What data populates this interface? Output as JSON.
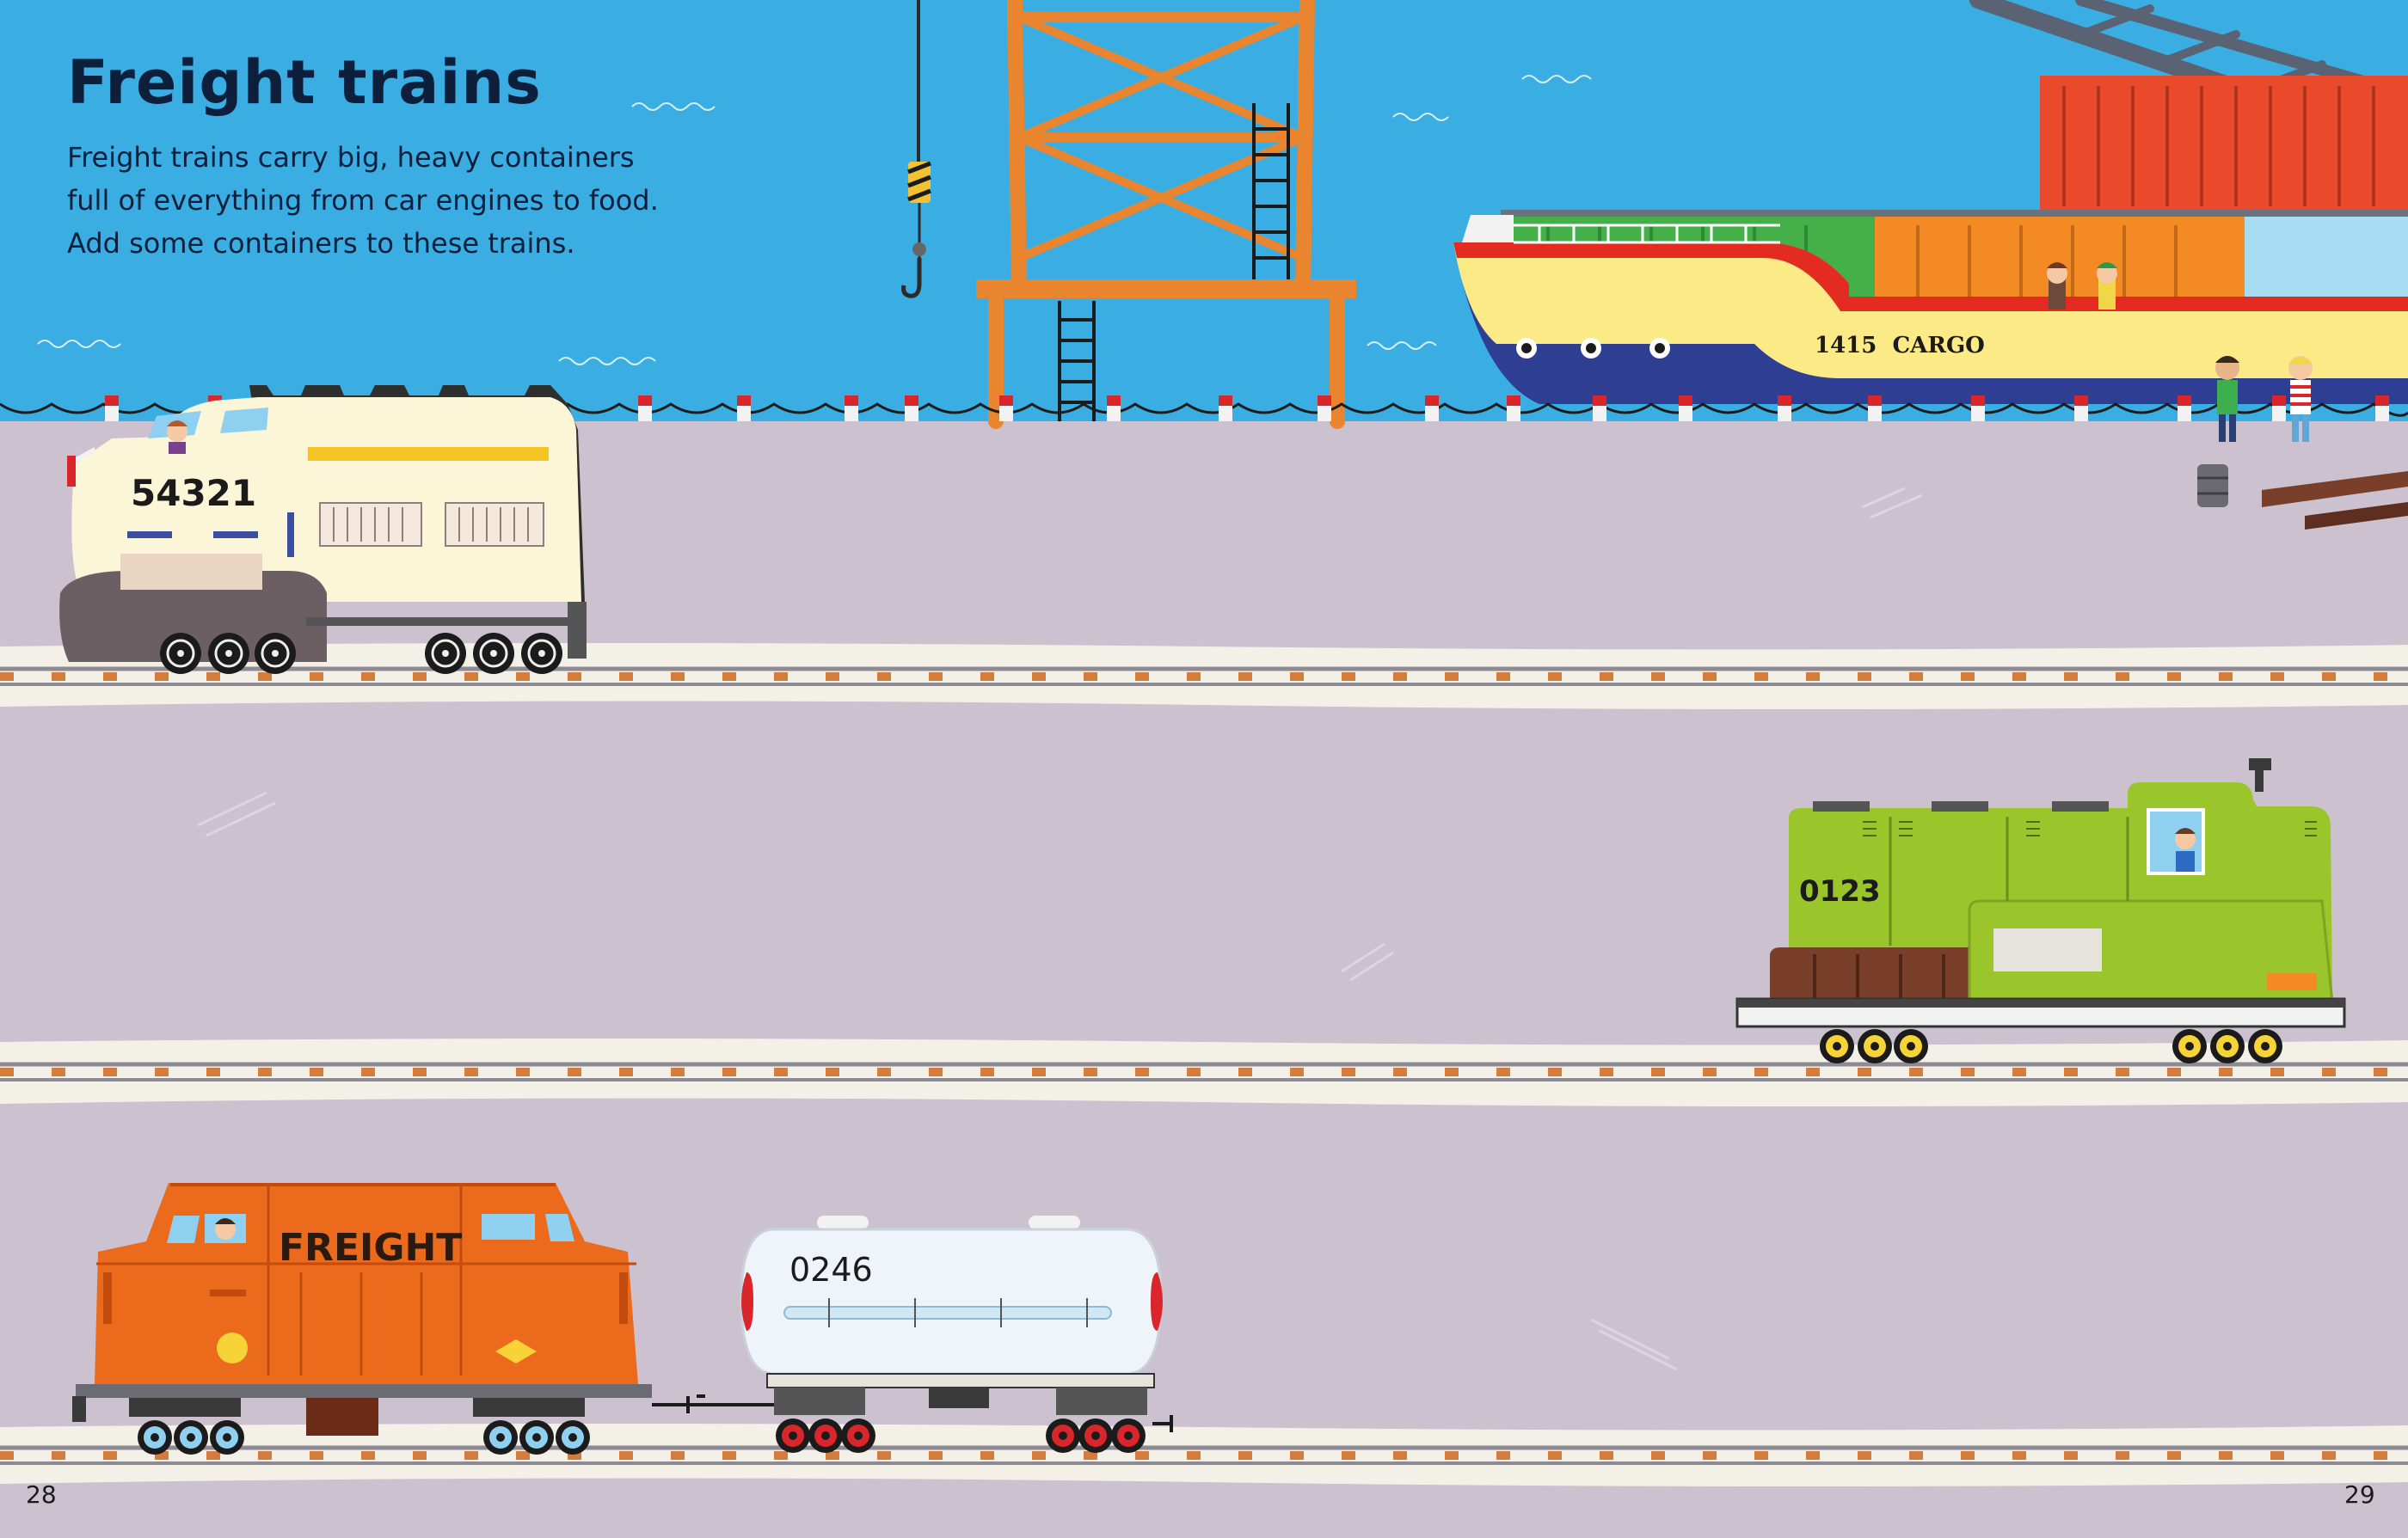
{
  "page": {
    "title": "Freight trains",
    "intro_lines": [
      "Freight trains carry big, heavy containers",
      "full of everything from car engines to food.",
      "Add some containers to these trains."
    ],
    "page_left": "28",
    "page_right": "29"
  },
  "ship": {
    "label": "1415  CARGO"
  },
  "trains": {
    "cream_number": "54321",
    "green_number": "0123",
    "orange_label": "FREIGHT",
    "tank_number": "0246"
  },
  "colors": {
    "sky": "#3aaee3",
    "ground": "#cbc1cf",
    "crane": "#e9852e",
    "cream_loco": "#fbf6d8",
    "green_loco": "#9ac52b",
    "orange_loco": "#ec6a1c",
    "tank_car": "#eef4fa",
    "ship_hull": "#2e3f93",
    "ship_stripe": "#fbea86",
    "rail": "#8d8a93",
    "sleeper": "#d57b3c"
  },
  "icons": [
    "crane-hook-icon",
    "cargo-ship",
    "container-stack",
    "bollard-icon",
    "barrel-icon"
  ]
}
